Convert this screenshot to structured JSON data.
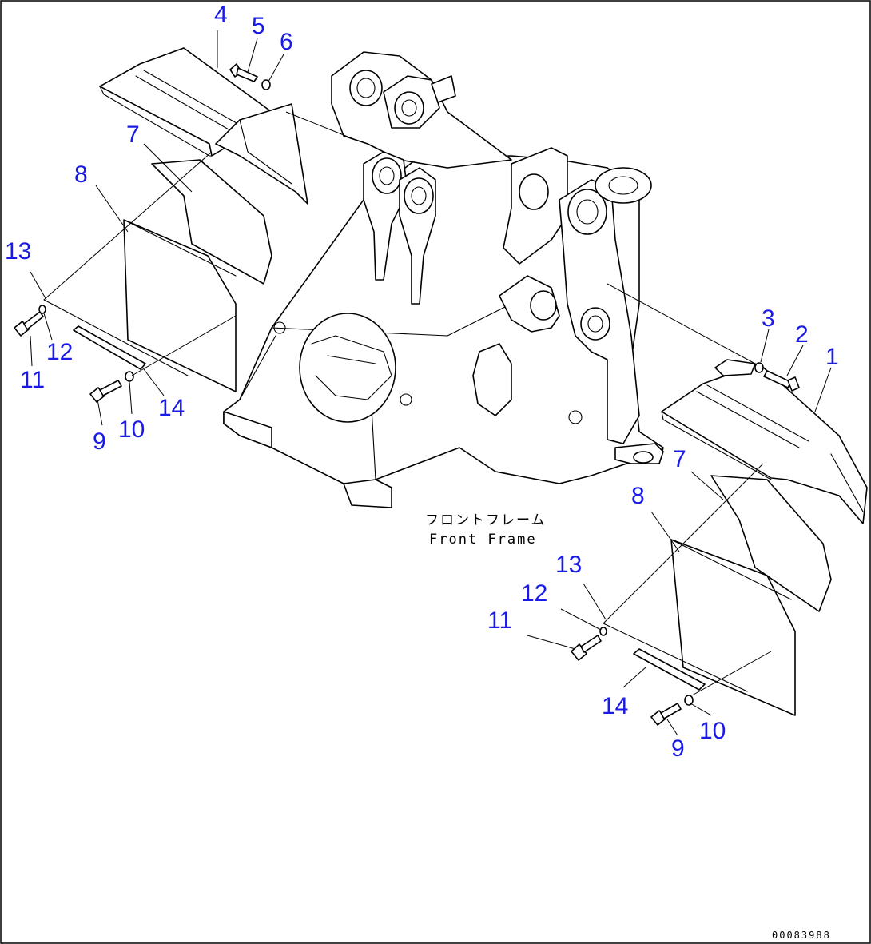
{
  "diagram": {
    "caption_jp": "フロントフレーム",
    "caption_en": "Front Frame",
    "document_number": "00083988",
    "callouts": [
      {
        "id": "c4",
        "label": "4"
      },
      {
        "id": "c5",
        "label": "5"
      },
      {
        "id": "c6",
        "label": "6"
      },
      {
        "id": "c7a",
        "label": "7"
      },
      {
        "id": "c8a",
        "label": "8"
      },
      {
        "id": "c13a",
        "label": "13"
      },
      {
        "id": "c12a",
        "label": "12"
      },
      {
        "id": "c11a",
        "label": "11"
      },
      {
        "id": "c9a",
        "label": "9"
      },
      {
        "id": "c10a",
        "label": "10"
      },
      {
        "id": "c14a",
        "label": "14"
      },
      {
        "id": "c3",
        "label": "3"
      },
      {
        "id": "c2",
        "label": "2"
      },
      {
        "id": "c1",
        "label": "1"
      },
      {
        "id": "c7b",
        "label": "7"
      },
      {
        "id": "c8b",
        "label": "8"
      },
      {
        "id": "c13b",
        "label": "13"
      },
      {
        "id": "c12b",
        "label": "12"
      },
      {
        "id": "c11b",
        "label": "11"
      },
      {
        "id": "c14b",
        "label": "14"
      },
      {
        "id": "c9b",
        "label": "9"
      },
      {
        "id": "c10b",
        "label": "10"
      }
    ]
  }
}
